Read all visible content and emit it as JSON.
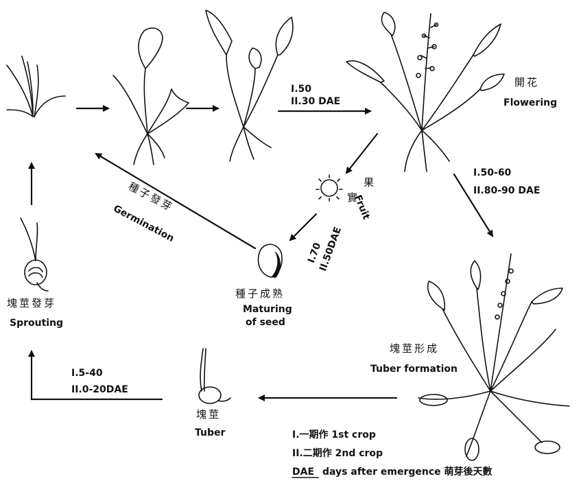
{
  "stages": {
    "flowering_cn": "開花",
    "flowering_en": "Flowering",
    "fruit_cn_1": "果",
    "fruit_cn_2": "實",
    "fruit_en": "Fruit",
    "seed_cn": "種子成熟",
    "seed_en_1": "Maturing",
    "seed_en_2": "of seed",
    "germination_cn": "種子發芽",
    "germination_en": "Germination",
    "sprouting_cn": "塊莖發芽",
    "sprouting_en": "Sprouting",
    "tuber_formation_cn": "塊莖形成",
    "tuber_formation_en": "Tuber formation",
    "tuber_cn": "塊莖",
    "tuber_en": "Tuber"
  },
  "durations": {
    "to_flowering_1": "I.50",
    "to_flowering_2": "II.30 DAE",
    "to_tuber_formation_1": "I.50-60",
    "to_tuber_formation_2": "II.80-90 DAE",
    "to_seed_1": "I.70",
    "to_seed_2": "II.50DAE",
    "to_sprouting_1": "I.5-40",
    "to_sprouting_2": "II.0-20DAE"
  },
  "legend": {
    "crop1": "I.一期作 1st crop",
    "crop2": "II.二期作 2nd crop",
    "dae_abbr": "DAE",
    "dae_def": "days after emergence 萌芽後天數"
  }
}
